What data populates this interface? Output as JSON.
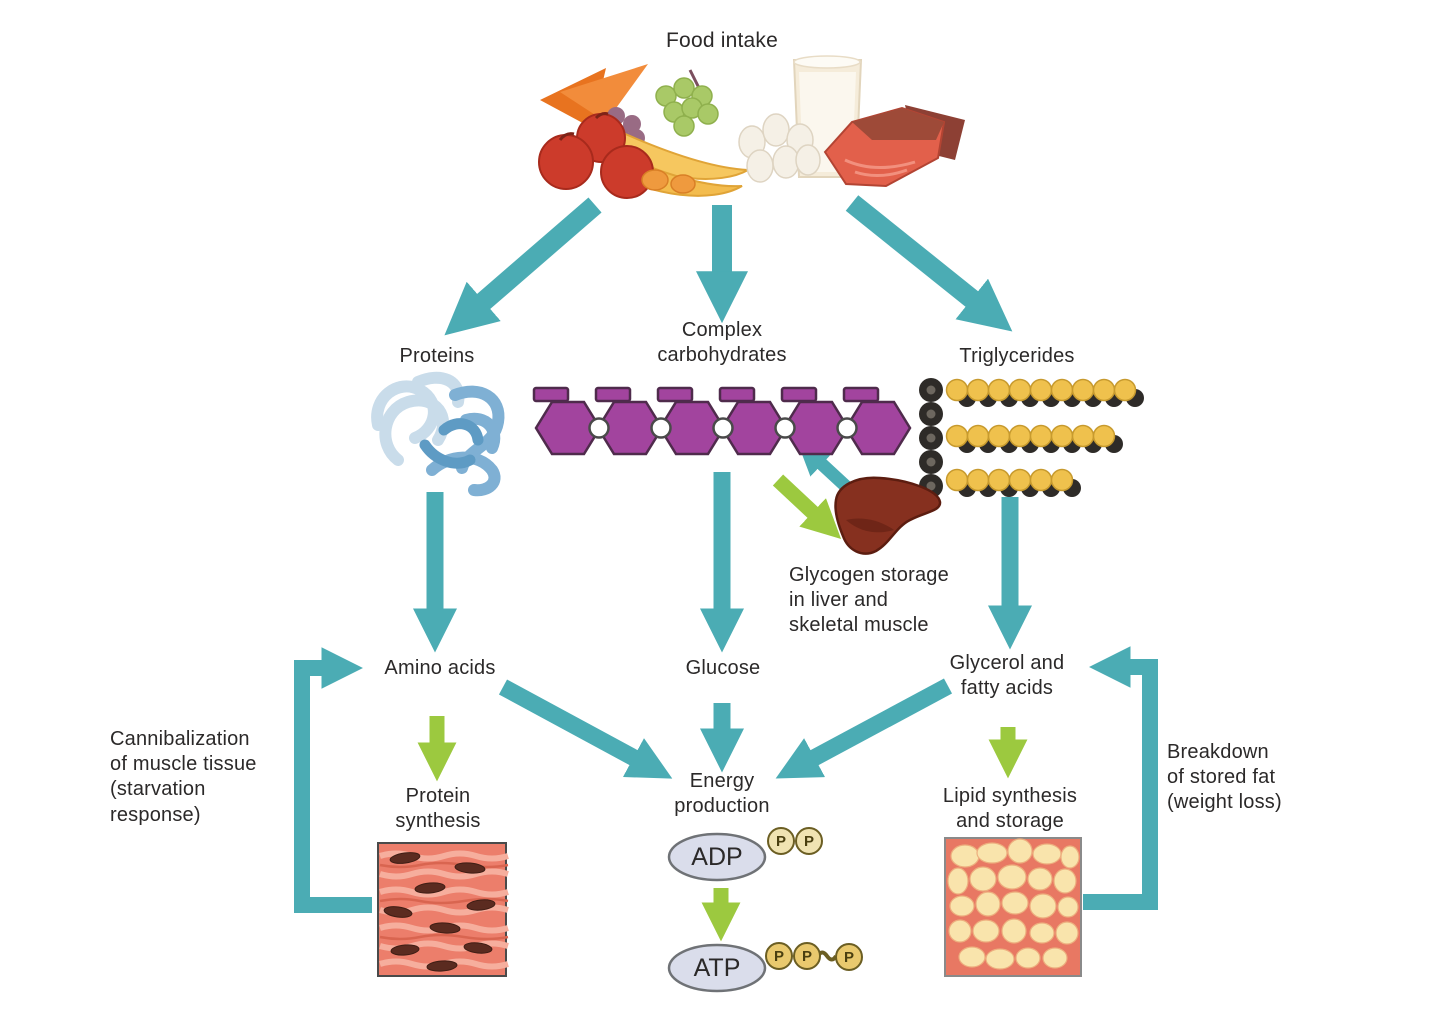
{
  "colors": {
    "arrow_teal": "#4BACB4",
    "arrow_green": "#9CC93F",
    "text": "#2B2929",
    "hex_purple": "#A2449E",
    "hex_stroke": "#4F2B4C",
    "bead_yellow": "#EFC14D",
    "bead_dark": "#2E2B28",
    "liver": "#86301F",
    "liver_stroke": "#5C1D10",
    "muscle_bg": "#EC7E6B",
    "muscle_fiber": "#F6AE9D",
    "muscle_nucleus": "#5B2B20",
    "adipose_bg": "#E87863",
    "adipose_cell": "#F9E4AC",
    "adipose_cell_stroke": "#EDAE7E",
    "nucleotide_fill": "#DADDEB",
    "nucleotide_stroke": "#6F7276",
    "phosphate_fill": "#F0E3B2",
    "phosphate_fill_atp": "#E9C96E",
    "phosphate_stroke": "#6B5E23",
    "protein_light": "#C9DCEA",
    "protein_mid": "#7FB0D4",
    "protein_deep": "#5E9BC4"
  },
  "labels": {
    "food_intake": "Food intake",
    "proteins": "Proteins",
    "complex_carbohydrates": "Complex\ncarbohydrates",
    "triglycerides": "Triglycerides",
    "glycogen_storage": "Glycogen storage\nin liver and\nskeletal muscle",
    "amino_acids": "Amino acids",
    "glucose": "Glucose",
    "glycerol_fatty_acids": "Glycerol and\nfatty acids",
    "cannibalization": "Cannibalization\nof muscle tissue\n(starvation\nresponse)",
    "breakdown": "Breakdown\nof stored fat\n(weight loss)",
    "protein_synthesis": "Protein\nsynthesis",
    "energy_production": "Energy\nproduction",
    "lipid_synthesis": "Lipid synthesis\nand storage",
    "adp": "ADP",
    "atp": "ATP",
    "phosphate": "P"
  }
}
